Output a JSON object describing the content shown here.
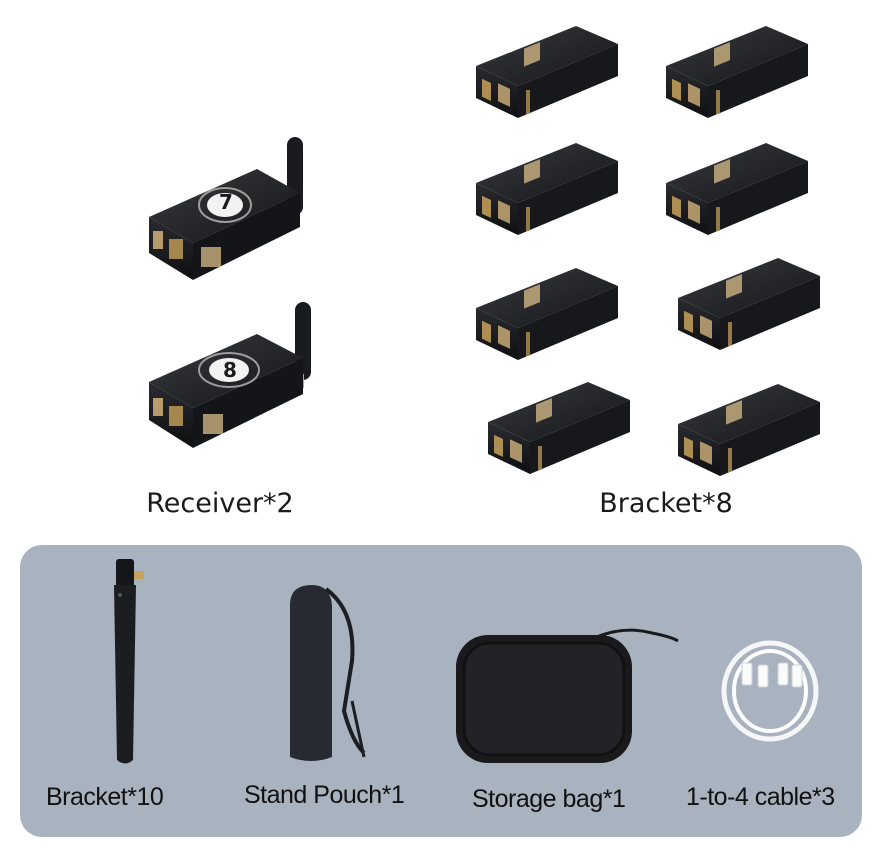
{
  "top": {
    "receiver_label": "Receiver*2",
    "bracket_label": "Bracket*8",
    "receivers": [
      {
        "number": "7"
      },
      {
        "number": "8"
      }
    ]
  },
  "accessories": {
    "items": [
      {
        "label": "Bracket*10"
      },
      {
        "label": "Stand Pouch*1"
      },
      {
        "label": "Storage bag*1"
      },
      {
        "label": "1-to-4 cable*3"
      }
    ]
  },
  "colors": {
    "panel": "#a9b2bf",
    "device": "#1f2125",
    "accent_gold": "#c8a25a"
  }
}
